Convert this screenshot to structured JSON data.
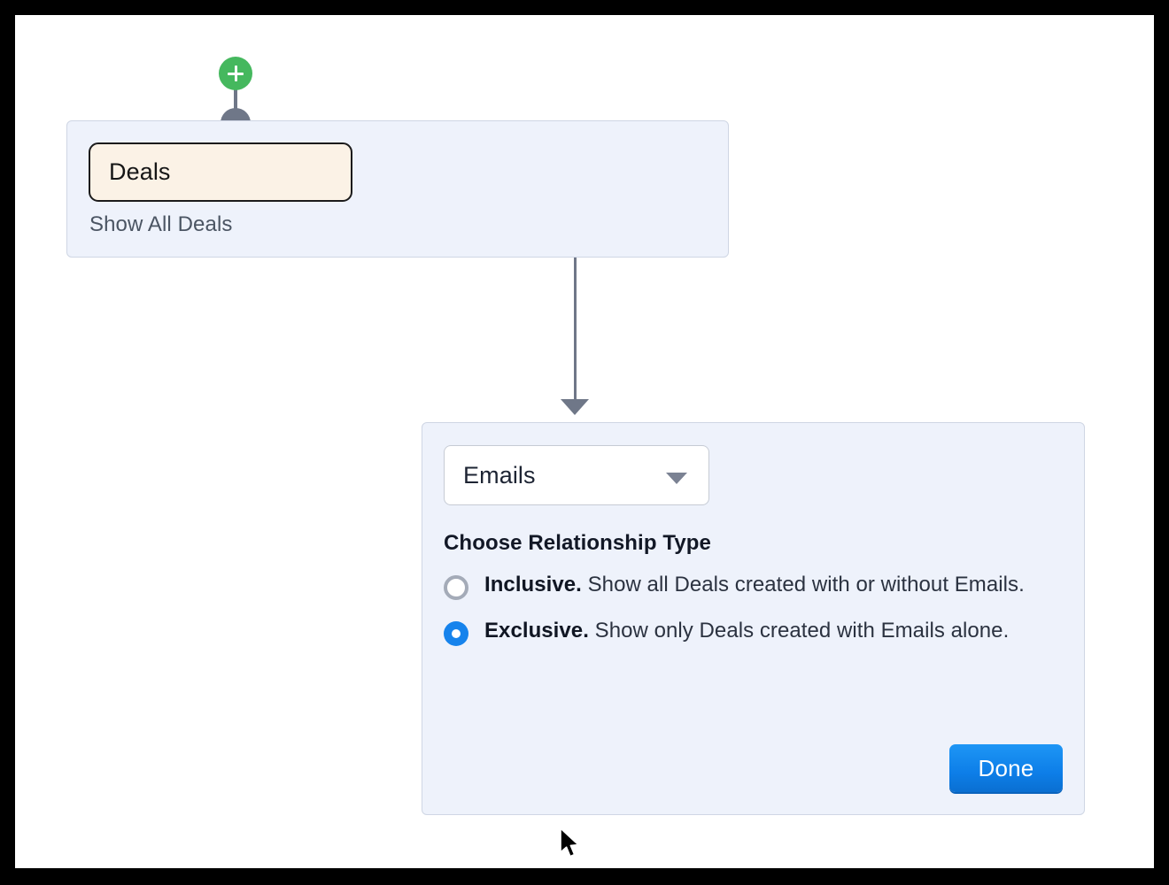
{
  "canvas": {
    "background": "#ffffff",
    "frame_color": "#000000"
  },
  "add_node": {
    "icon": "plus-icon",
    "color": "#45b85e",
    "connector_color": "#6f7788"
  },
  "source_card": {
    "entity_label": "Deals",
    "subtitle": "Show All Deals",
    "chip_background": "#fbf2e6",
    "card_background": "#eef2fb"
  },
  "connector": {
    "color": "#6f7788",
    "arrow": "arrow-down"
  },
  "relationship_card": {
    "select": {
      "value": "Emails",
      "chevron_icon": "chevron-down-icon"
    },
    "section_title": "Choose Relationship Type",
    "options": [
      {
        "id": "inclusive",
        "strong": "Inclusive.",
        "text": " Show all Deals created with or without Emails.",
        "selected": false
      },
      {
        "id": "exclusive",
        "strong": "Exclusive.",
        "text": " Show only Deals created with Emails alone.",
        "selected": true
      }
    ],
    "done_label": "Done",
    "accent_color": "#1683ec"
  }
}
